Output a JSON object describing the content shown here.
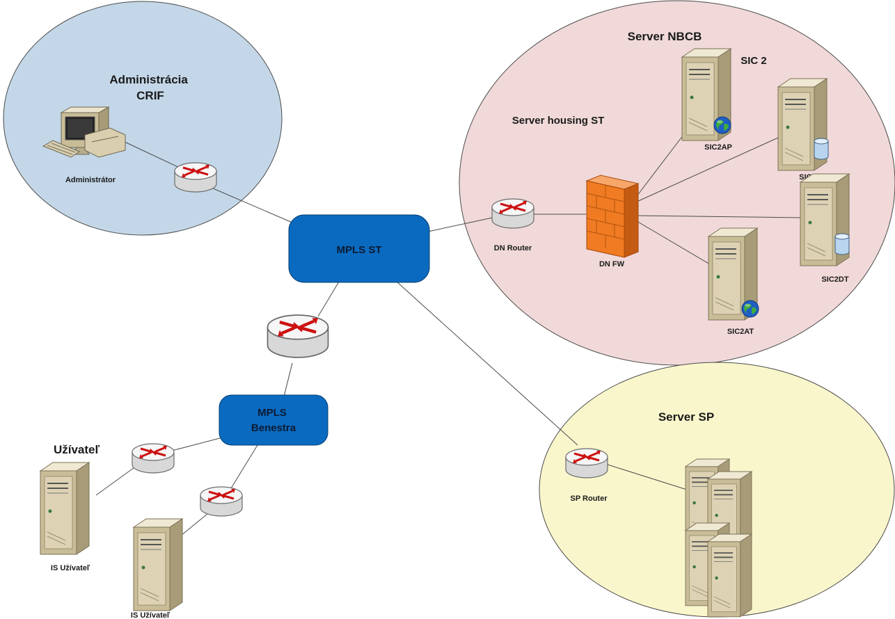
{
  "colors": {
    "zone_admin": "#c3d7e8",
    "zone_nbcb": "#f1d9d9",
    "zone_sp": "#f9f6cc",
    "mpls_fill": "#0a6abf",
    "server_body": "#d9cfae",
    "firewall": "#f07b22",
    "router_arrow": "#cc1111"
  },
  "zones": {
    "admin": "Administrácia\nCRIF",
    "nbcb": "Server NBCB",
    "sp": "Server SP"
  },
  "headings": {
    "sic2": "SIC 2",
    "housing": "Server housing ST",
    "uzivatel": "Užívateľ"
  },
  "clouds": {
    "mpls_st": "MPLS ST",
    "mpls_benestra": "MPLS\nBenestra"
  },
  "nodes": {
    "administrator": {
      "label": "Administrátor",
      "icon": "workstation-icon"
    },
    "router_admin": {
      "label": "",
      "icon": "router-icon"
    },
    "dn_router": {
      "label": "DN Router",
      "icon": "router-icon"
    },
    "dn_fw": {
      "label": "DN FW",
      "icon": "firewall-icon"
    },
    "sic2ap": {
      "label": "SIC2AP",
      "icon": "web-server-icon"
    },
    "sic2dp": {
      "label": "SIC2DP",
      "icon": "database-server-icon"
    },
    "sic2dt": {
      "label": "SIC2DT",
      "icon": "database-server-icon"
    },
    "sic2at": {
      "label": "SIC2AT",
      "icon": "web-server-icon"
    },
    "router_center": {
      "label": "",
      "icon": "router-icon"
    },
    "router_user1": {
      "label": "",
      "icon": "router-icon"
    },
    "router_user2": {
      "label": "",
      "icon": "router-icon"
    },
    "is_uzivatel_1": {
      "label": "IS Užívateľ",
      "icon": "server-icon"
    },
    "is_uzivatel_2": {
      "label": "IS Užívateľ",
      "icon": "server-icon"
    },
    "sp_router": {
      "label": "SP Router",
      "icon": "router-icon"
    },
    "sp_cluster": {
      "label": "",
      "icon": "server-cluster-icon"
    }
  }
}
